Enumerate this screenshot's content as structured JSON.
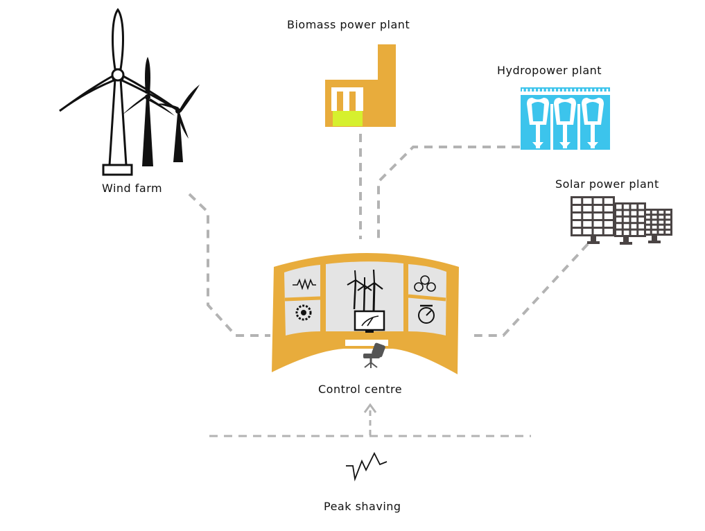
{
  "labels": {
    "wind": "Wind farm",
    "biomass": "Biomass power plant",
    "hydro": "Hydropower plant",
    "solar": "Solar power plant",
    "control": "Control centre",
    "peak": "Peak shaving"
  },
  "colors": {
    "connector": "#b3b3b3",
    "biomass": "#e8ac3c",
    "biomass_accent": "#d6f02e",
    "hydro": "#3cc4ec",
    "control_frame": "#e8ac3c",
    "screen": "#e4e4e4",
    "solar_panel": "#4a4444",
    "dark": "#111111"
  },
  "icons": {
    "wind": "wind-turbine-icon",
    "biomass": "factory-icon",
    "hydro": "dam-turbine-icon",
    "solar": "solar-panel-icon",
    "control": "control-room-icon",
    "peak": "zigzag-wave-icon"
  }
}
